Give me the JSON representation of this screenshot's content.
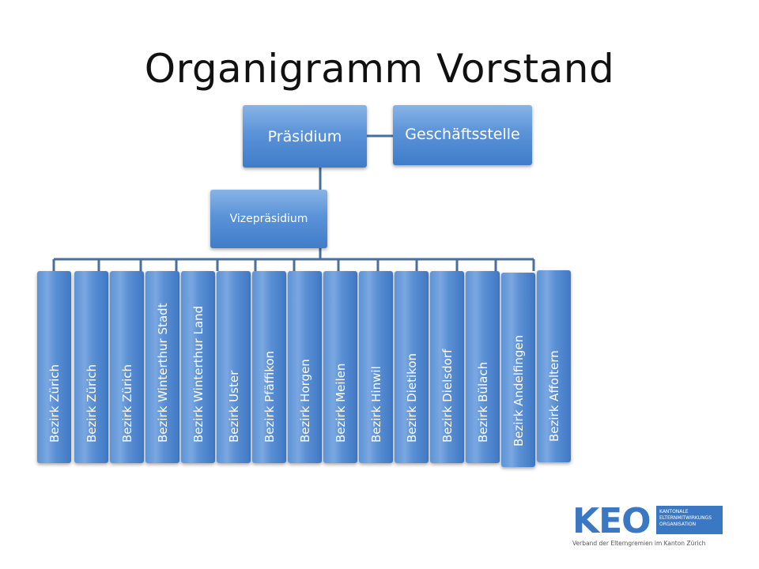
{
  "title": "Organigramm Vorstand",
  "nodes": {
    "praesidium": "Präsidium",
    "geschaeftsstelle": "Geschäftsstelle",
    "vizepraesidium": "Vizepräsidium"
  },
  "districts": [
    "Bezirk Zürich",
    "Bezirk Zürich",
    "Bezirk Zürich",
    "Bezirk Winterthur Stadt",
    "Bezirk Winterthur Land",
    "Bezirk Uster",
    "Bezirk Pfäffikon",
    "Bezirk Horgen",
    "Bezirk Meilen",
    "Bezirk Hinwil",
    "Bezirk Dietikon",
    "Bezirk Dielsdorf",
    "Bezirk Bülach",
    "Bezirk Andelfingen",
    "Bezirk Affoltern"
  ],
  "logo": {
    "name": "KEO",
    "box_line1": "KANTONALE",
    "box_line2": "ELTERNMITWIRKUNGS",
    "box_line3": "ORGANISATION",
    "tagline": "Verband der Elterngremien im Kanton Zürich"
  },
  "colors": {
    "node": "#4f8ad2",
    "connector": "#4a6f9c",
    "logo": "#3a78c4"
  }
}
